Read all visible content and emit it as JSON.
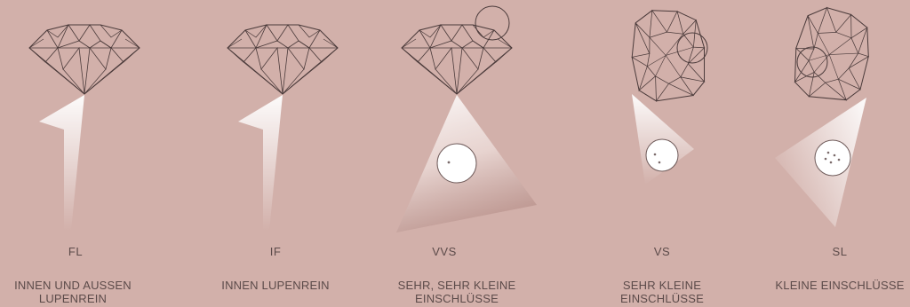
{
  "grades": [
    {
      "code": "FL",
      "description": "INNEN UND AUSSEN LUPENREIN"
    },
    {
      "code": "IF",
      "description": "INNEN LUPENREIN"
    },
    {
      "code": "VVS",
      "description": "SEHR, SEHR KLEINE EINSCHLÜSSE"
    },
    {
      "code": "VS",
      "description": "SEHR KLEINE EINSCHLÜSSE"
    },
    {
      "code": "SL",
      "description": "KLEINE EINSCHLÜSSE"
    }
  ],
  "colors": {
    "background": "#d2b0aa",
    "line": "#4a3a3a",
    "text": "#5c4b4a",
    "beam": "#ffffff"
  }
}
